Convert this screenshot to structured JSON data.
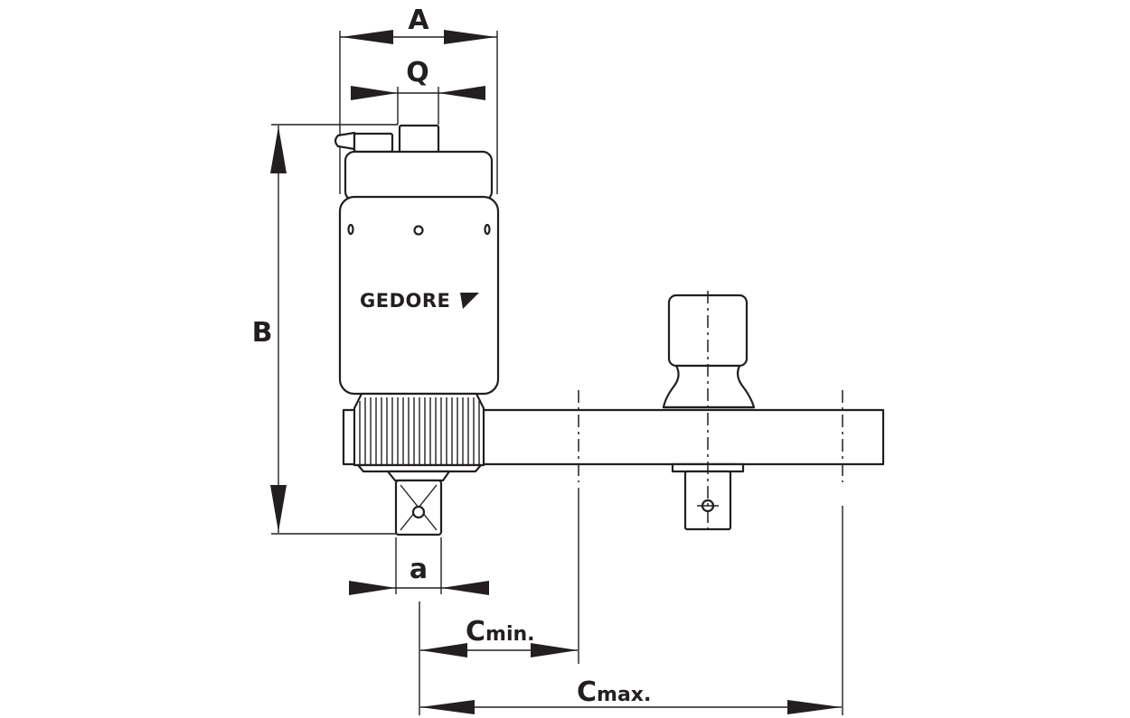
{
  "dimensions": {
    "A": "A",
    "Q": "Q",
    "B": "B",
    "a": "a",
    "c_min_main": "C",
    "c_min_sub": "min.",
    "c_max_main": "C",
    "c_max_sub": "max."
  },
  "brand": {
    "text": "GEDORE"
  },
  "colors": {
    "ink": "#231f20",
    "background": "#ffffff"
  }
}
